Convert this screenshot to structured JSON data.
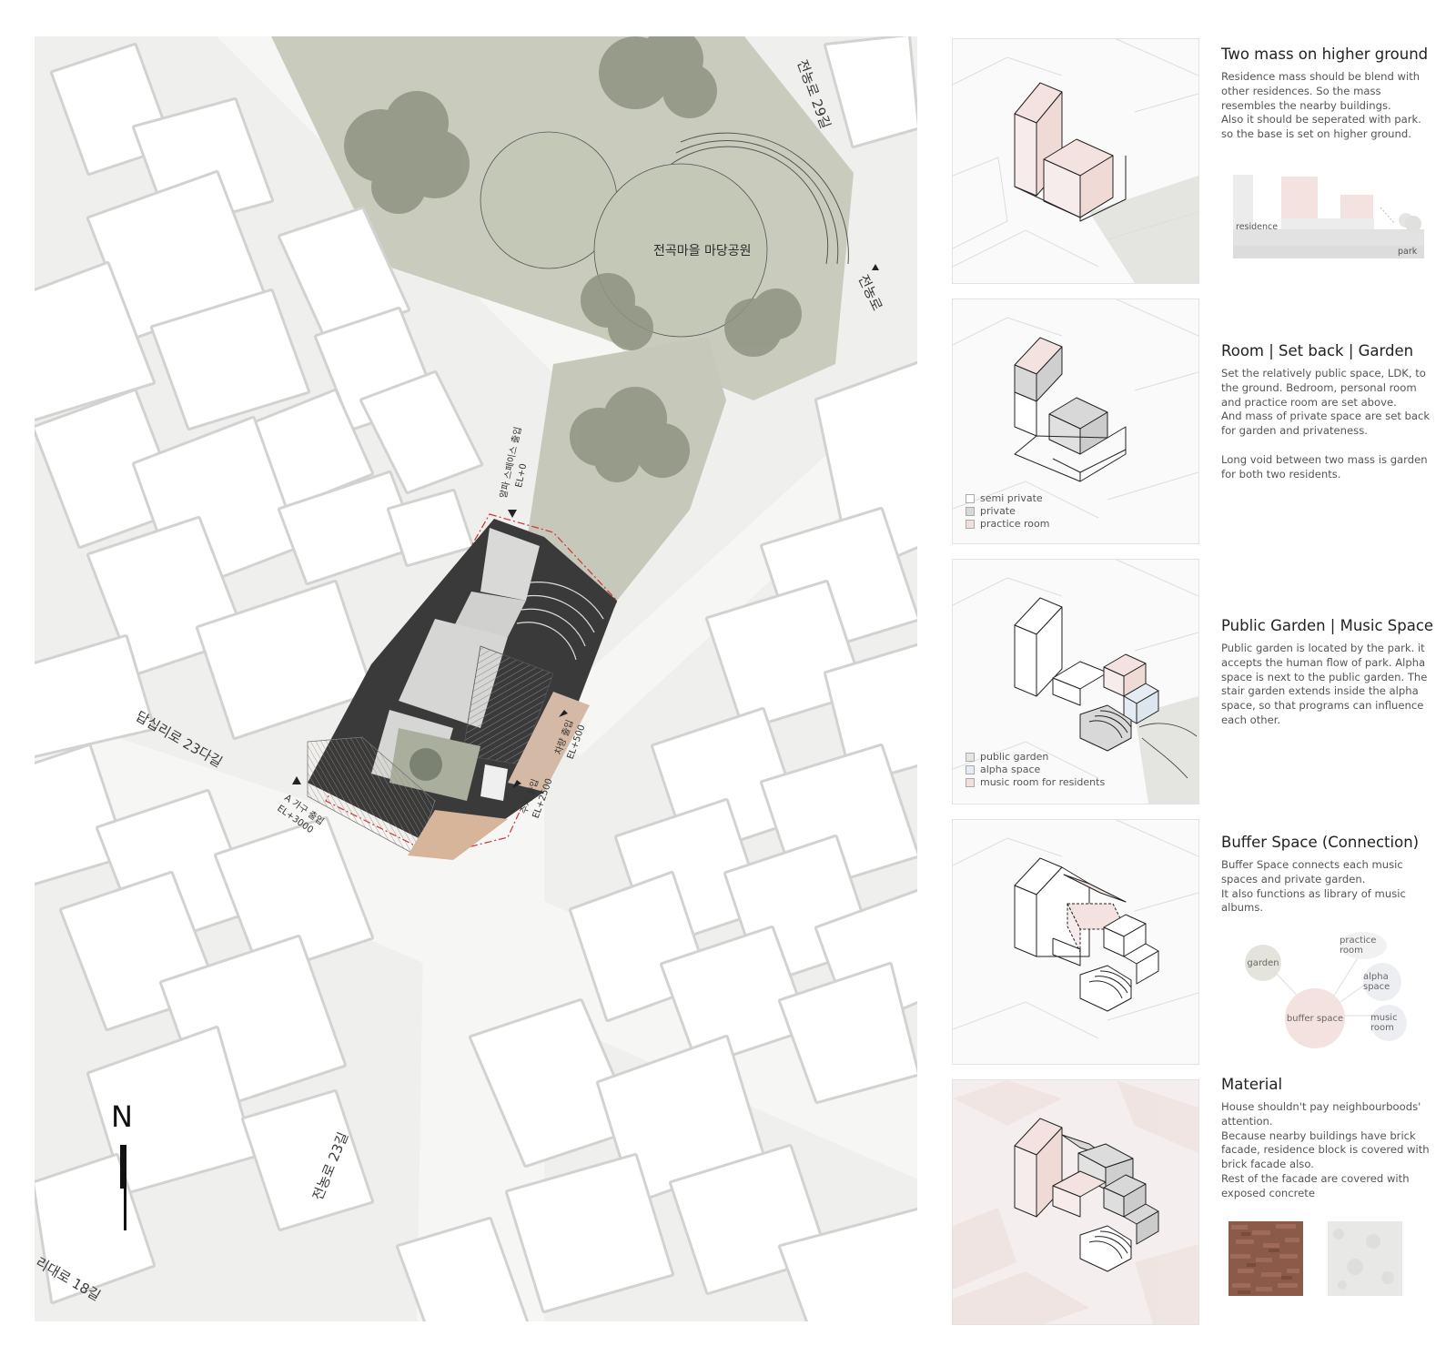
{
  "site_plan": {
    "street_labels": {
      "north_road": "전농로 29길",
      "east_road": "전농로",
      "west_road": "답십리로 23다길",
      "south_road": "전농로 23길",
      "corner_road": "리대로 18길"
    },
    "park_label": "전곡마을 마당공원",
    "entrances": {
      "alpha": {
        "name": "알파 스페이스 출입",
        "el": "EL+0"
      },
      "garage": {
        "name": "차량 출입",
        "el": "EL+500"
      },
      "residence_main": {
        "name": "주거 출입",
        "el": "EL+2500"
      },
      "household_a": {
        "name": "A 가구 출입",
        "el": "EL+3000"
      }
    },
    "north_arrow": "N"
  },
  "sections": [
    {
      "title": "Two mass on higher ground",
      "body": "Residence mass should be blend with other residences. So the mass resembles the nearby buildings.\nAlso it should be seperated with park. so the base is set on higher ground."
    },
    {
      "title": "Room | Set back | Garden",
      "body": "Set the relatively public space, LDK, to the ground. Bedroom, personal room and practice room are set above.\nAnd mass of private space are set back for garden and privateness.\n\nLong void between two mass is garden for both two residents."
    },
    {
      "title": "Public Garden | Music Space",
      "body": "Public garden is located by the park. it accepts the human flow of park. Alpha space is next to the public garden. The stair garden extends inside the alpha space, so that programs can influence each other."
    },
    {
      "title": "Buffer Space (Connection)",
      "body": "Buffer Space connects each music spaces and private garden.\nIt also functions as library of music albums."
    },
    {
      "title": "Material",
      "body": "House shouldn't pay neighbourboods' attention.\nBecause nearby buildings have brick facade, residence block is covered with brick facade also.\nRest of the facade are covered with exposed concrete"
    }
  ],
  "section_diagram": {
    "residence_label": "residence",
    "park_label": "park"
  },
  "legend_2": [
    {
      "label": "semi private",
      "color": "#ffffff"
    },
    {
      "label": "private",
      "color": "#d8d8d8"
    },
    {
      "label": "practice room",
      "color": "#f0e0dc"
    }
  ],
  "legend_3": [
    {
      "label": "public garden",
      "color": "#e4e6e0"
    },
    {
      "label": "alpha space",
      "color": "#e6ecf3"
    },
    {
      "label": "music room for residents",
      "color": "#f0e0dc"
    }
  ],
  "bubbles": {
    "garden": "garden",
    "practice_room": "practice room",
    "alpha_space": "alpha space",
    "buffer_space": "buffer space",
    "music_room": "music room"
  },
  "colors": {
    "park": "#c9ccbd",
    "road": "#e5e5e3",
    "brick": "#8c5a48",
    "concrete": "#e6e6e4",
    "pink_mass": "#f3e2df",
    "alpha_blue": "#e6ecf3"
  }
}
